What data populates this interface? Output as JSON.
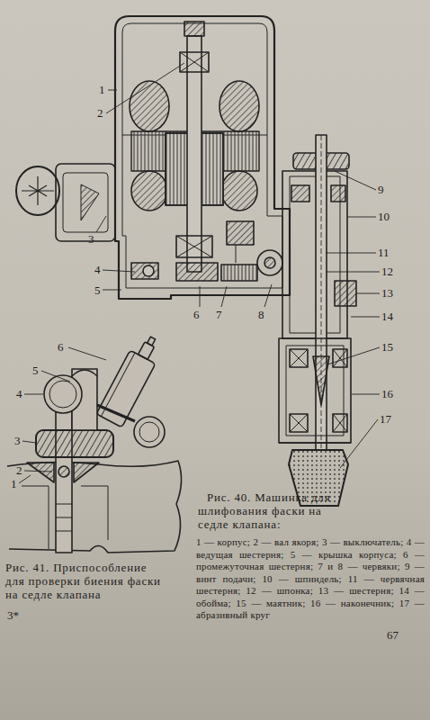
{
  "diagram": {
    "labels": [
      "1",
      "2",
      "3",
      "4",
      "5",
      "6",
      "7",
      "8",
      "9",
      "10",
      "11",
      "12",
      "13",
      "14",
      "15",
      "16",
      "17",
      "6",
      "5",
      "4",
      "3",
      "2",
      "1",
      "Рис. 40. Машинка для шлифования фаски на седле клапана:",
      "1 — корпус; 2 — вал якоря; 3 — выключатель; 4 — ведущая шестерня; 5 — крышка корпуса; 6 — промежуточная шестерня; 7 и 8 — червяки; 9 — винт подачи; 10 — шпиндель; 11 — червячная шестерня; 12 — шпонка; 13 — шестерня; 14 — обойма; 15 — маятник; 16 — наконечник; 17 — абразивный круг",
      "Рис. 41. Приспособление для проверки биения фаски на седле клапана",
      "3*",
      "67"
    ]
  }
}
